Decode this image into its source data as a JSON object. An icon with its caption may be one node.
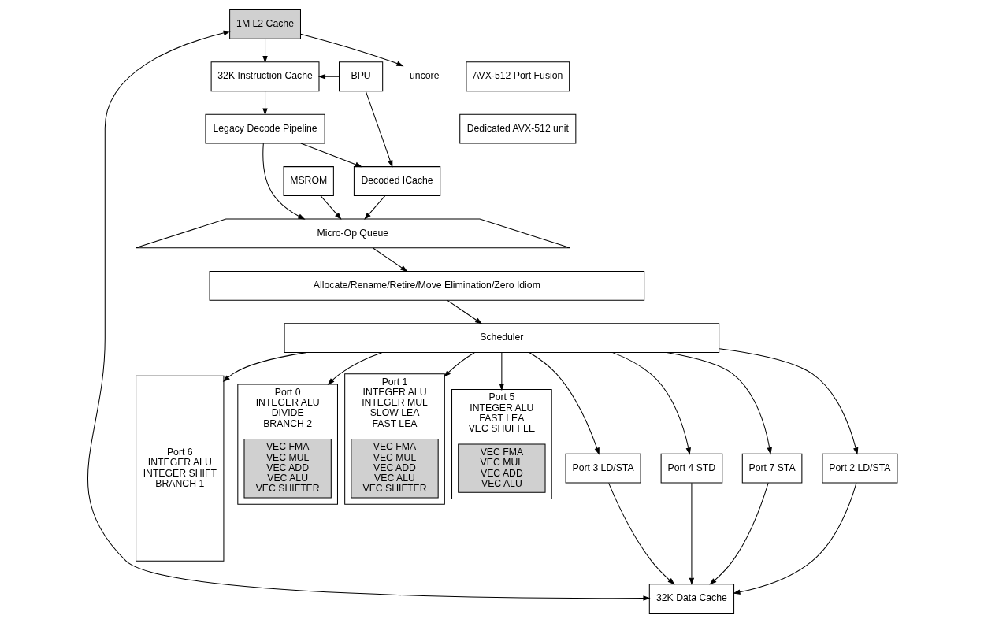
{
  "diagram": {
    "nodes": [
      {
        "text": [
          "32K Instruction Cache"
        ]
      },
      {
        "text": [
          "BPU"
        ]
      },
      {
        "text": [
          "AVX-512 Port Fusion"
        ]
      },
      {
        "text": [
          "Dedicated AVX-512 unit"
        ]
      },
      {
        "text": [
          "uncore"
        ]
      },
      {
        "text": [
          "Legacy Decode Pipeline"
        ]
      },
      {
        "text": [
          "Decoded ICache"
        ]
      },
      {
        "text": [
          "MSROM"
        ]
      },
      {
        "text": [
          "Micro-Op Queue"
        ]
      },
      {
        "text": [
          "1M L2 Cache"
        ]
      },
      {
        "text": [
          "Allocate/Rename/Retire/Move Elimination/Zero Idiom"
        ]
      },
      {
        "text": [
          "32K Data Cache"
        ]
      },
      {
        "text": [
          "Scheduler"
        ]
      },
      {
        "text": [
          "Port 2 LD/STA"
        ]
      },
      {
        "text": [
          "Port 6",
          "INTEGER ALU",
          "INTEGER SHIFT",
          "BRANCH 1"
        ]
      },
      {
        "text": [
          "Port 0",
          "INTEGER ALU",
          "DIVIDE",
          "BRANCH 2"
        ]
      },
      {
        "text": [
          "VEC FMA",
          "VEC MUL",
          "VEC ADD",
          "VEC ALU",
          "VEC SHIFTER"
        ],
        "in": 15
      },
      {
        "text": [
          "Port 1",
          "INTEGER ALU",
          "INTEGER MUL",
          "SLOW LEA",
          "FAST LEA"
        ]
      },
      {
        "text": [
          "VEC FMA",
          "VEC MUL",
          "VEC ADD",
          "VEC ALU",
          "VEC SHIFTER"
        ],
        "in": 17
      },
      {
        "text": [
          "Port 5",
          "INTEGER ALU",
          "FAST LEA",
          "VEC SHUFFLE"
        ]
      },
      {
        "text": [
          "VEC FMA",
          "VEC MUL",
          "VEC ADD",
          "VEC ALU"
        ],
        "in": 19
      },
      {
        "text": [
          "Port 3 LD/STA"
        ]
      },
      {
        "text": [
          "Port 4 STD"
        ]
      },
      {
        "text": [
          "Port 7 STA"
        ]
      }
    ],
    "edges": [
      {
        "from": 9,
        "to": 0,
        "arrow": "to"
      },
      {
        "from": 1,
        "to": 0,
        "arrow": "to"
      },
      {
        "from": 0,
        "to": 5,
        "arrow": "to"
      },
      {
        "from": 1,
        "to": 6,
        "arrow": "to"
      },
      {
        "from": 5,
        "to": 6,
        "arrow": "to"
      },
      {
        "from": 9,
        "to": 4,
        "arrow": "to"
      },
      {
        "from": 5,
        "to": 8,
        "arrow": "to"
      },
      {
        "from": 6,
        "to": 8,
        "arrow": "to"
      },
      {
        "from": 7,
        "to": 8,
        "arrow": "to"
      },
      {
        "from": 8,
        "to": 10,
        "arrow": "to"
      },
      {
        "from": 10,
        "to": 12,
        "arrow": "to"
      },
      {
        "from": 9,
        "to": 11,
        "arrow": "both"
      },
      {
        "from": 12,
        "to": 14,
        "arrow": "to"
      },
      {
        "from": 12,
        "to": 15,
        "arrow": "to"
      },
      {
        "from": 12,
        "to": 17,
        "arrow": "to"
      },
      {
        "from": 12,
        "to": 19,
        "arrow": "to"
      },
      {
        "from": 12,
        "to": 13,
        "arrow": "to"
      },
      {
        "from": 12,
        "to": 21,
        "arrow": "to"
      },
      {
        "from": 12,
        "to": 22,
        "arrow": "to"
      },
      {
        "from": 12,
        "to": 23,
        "arrow": "to"
      },
      {
        "from": 13,
        "to": 11,
        "arrow": "to"
      },
      {
        "from": 21,
        "to": 11,
        "arrow": "to"
      },
      {
        "from": 22,
        "to": 11,
        "arrow": "to"
      },
      {
        "from": 23,
        "to": 11,
        "arrow": "to"
      }
    ]
  }
}
